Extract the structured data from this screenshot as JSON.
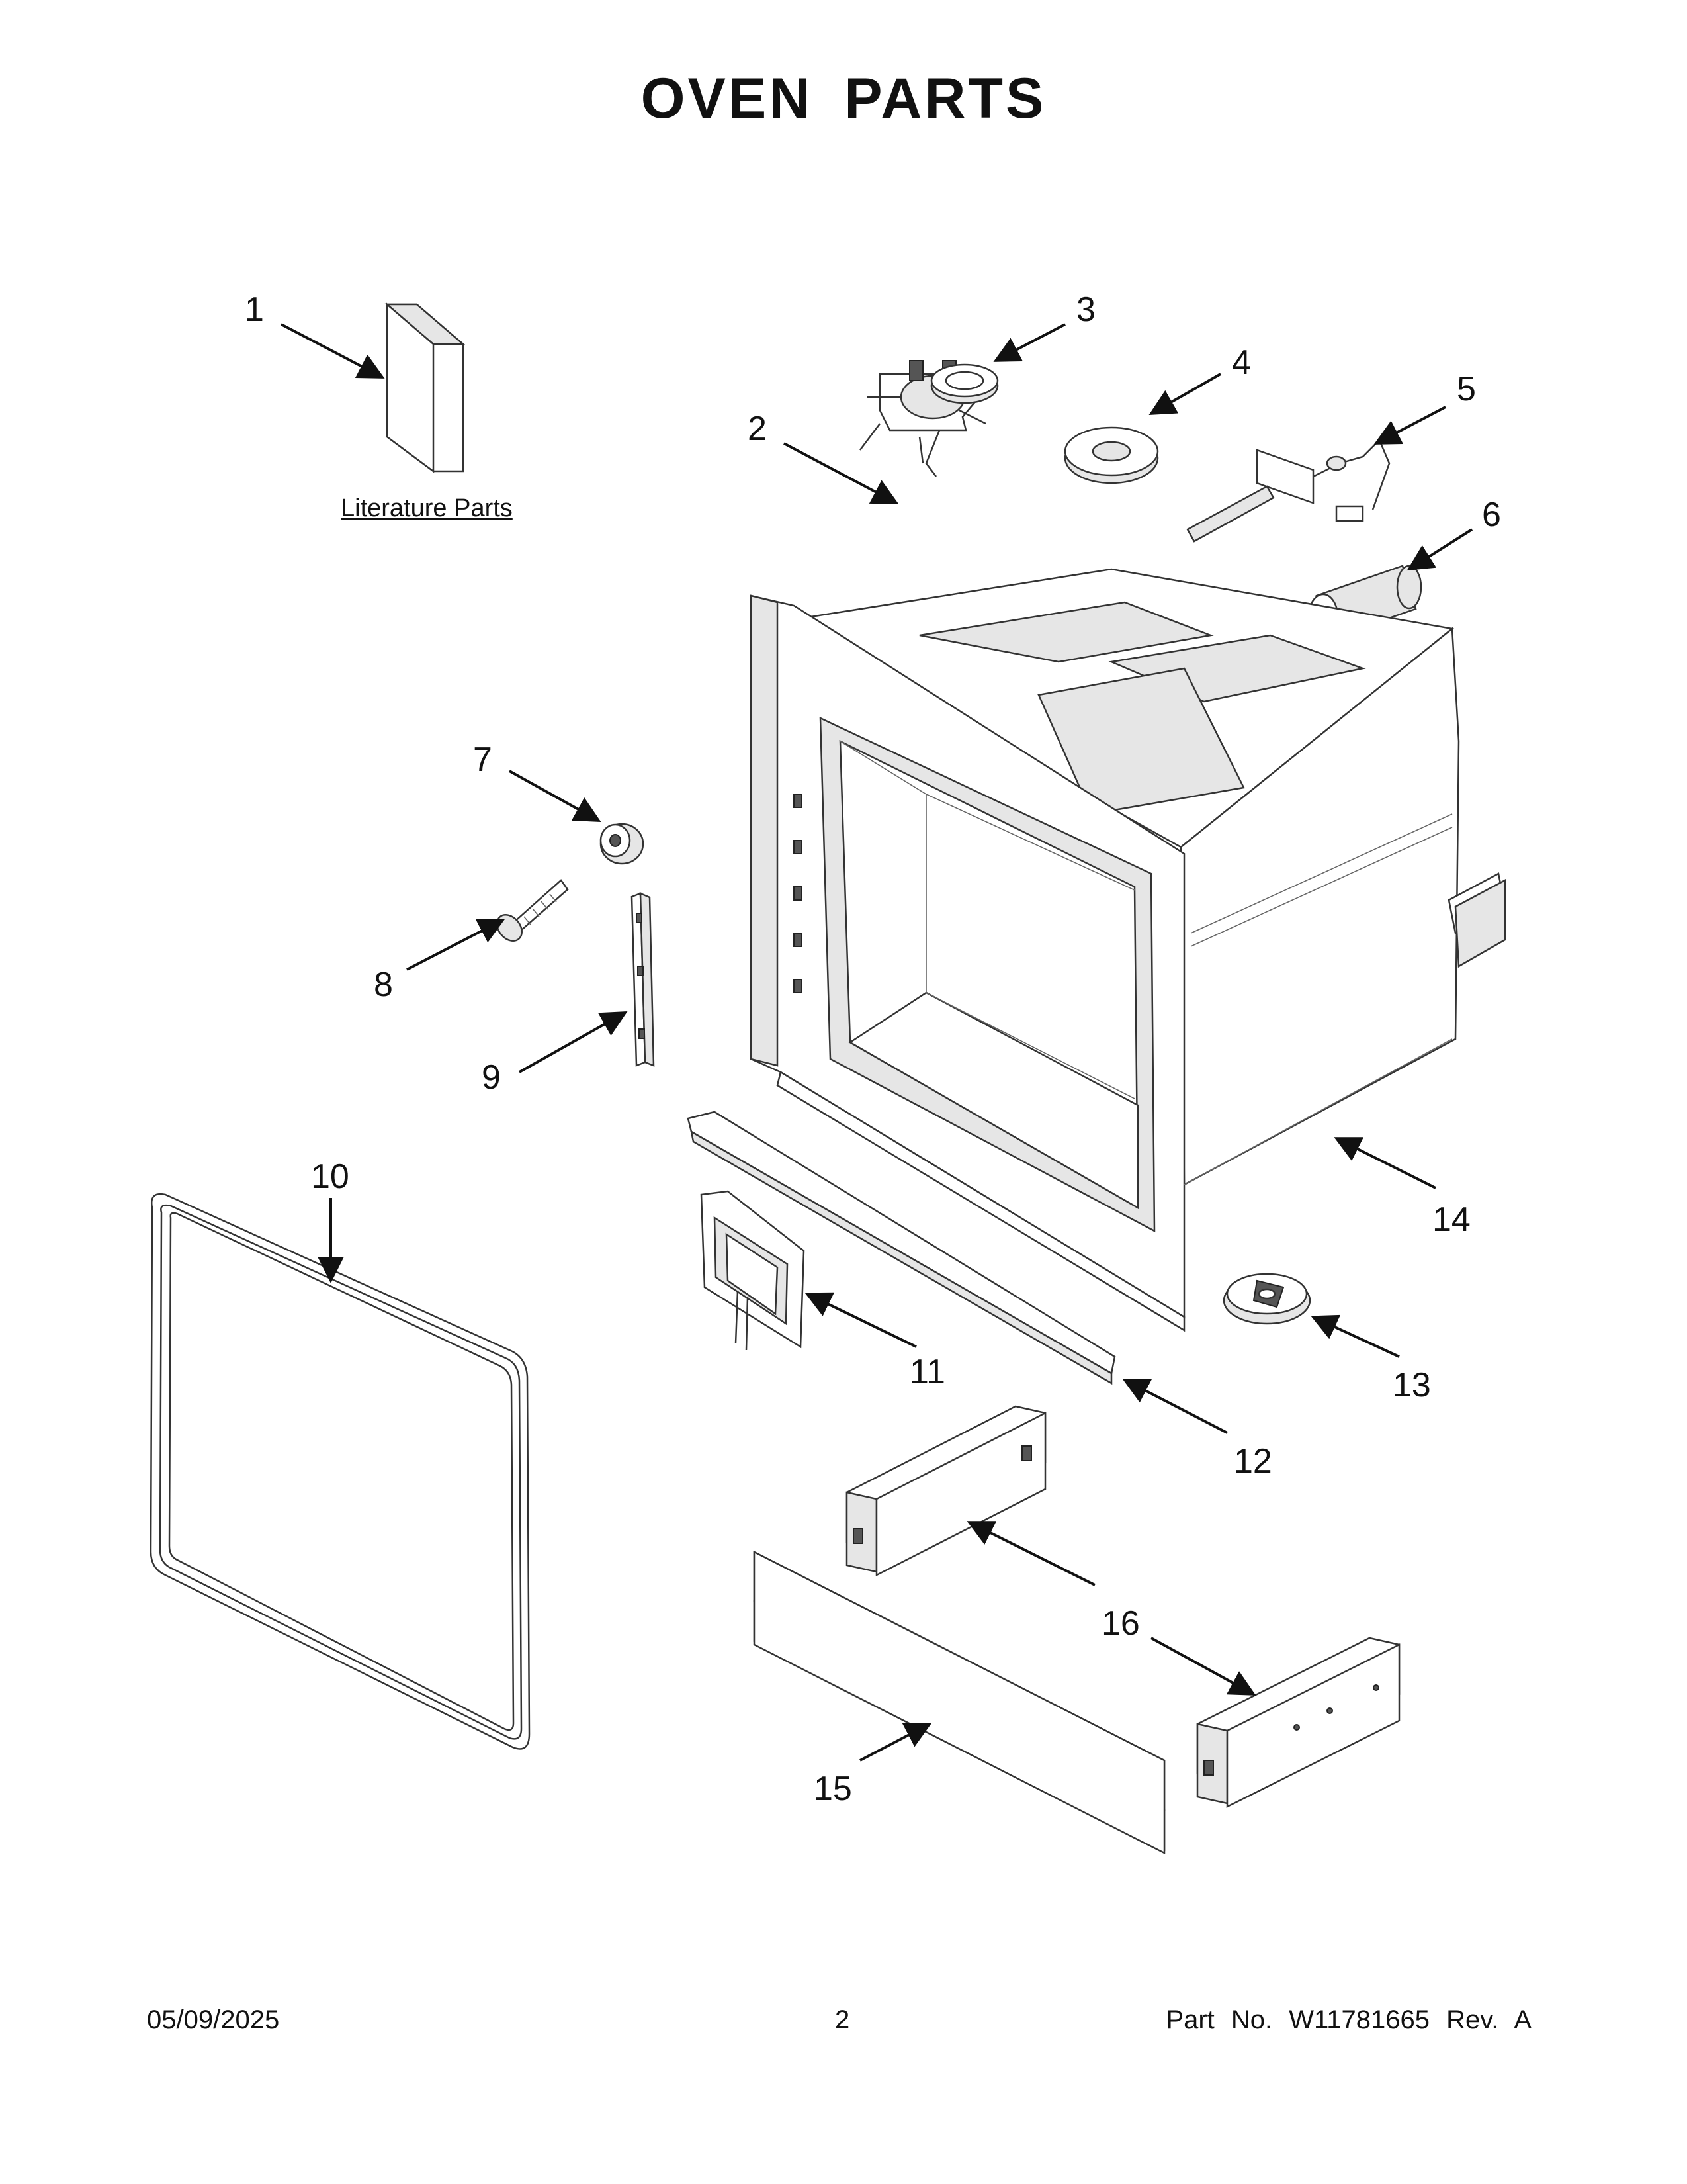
{
  "title": "OVEN PARTS",
  "literature_label": "Literature Parts",
  "callouts": [
    "1",
    "2",
    "3",
    "4",
    "5",
    "6",
    "7",
    "8",
    "9",
    "10",
    "11",
    "12",
    "13",
    "14",
    "15",
    "16"
  ],
  "footer": {
    "date": "05/09/2025",
    "page": "2",
    "part_number": "Part No.  W11781665  Rev.  A"
  }
}
